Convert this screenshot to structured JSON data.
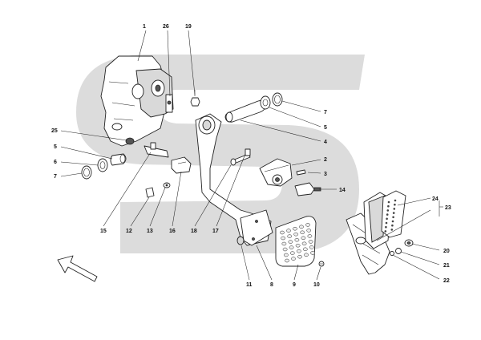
{
  "callouts": {
    "c1": "1",
    "c26": "26",
    "c19": "19",
    "c7a": "7",
    "c5a": "5",
    "c4": "4",
    "c25": "25",
    "c5b": "5",
    "c6": "6",
    "c7b": "7",
    "c2": "2",
    "c3": "3",
    "c14": "14",
    "c24": "24",
    "c23": "23",
    "c15": "15",
    "c12": "12",
    "c13": "13",
    "c16": "16",
    "c18": "18",
    "c17": "17",
    "c20": "20",
    "c21": "21",
    "c22": "22",
    "c11": "11",
    "c8": "8",
    "c9": "9",
    "c10": "10"
  },
  "colors": {
    "watermark": "#dcdcdc",
    "line": "#222222",
    "background": "#ffffff"
  },
  "icons": {
    "direction_arrow": "arrow-up-left-icon",
    "watermark": "brand-s-watermark"
  }
}
